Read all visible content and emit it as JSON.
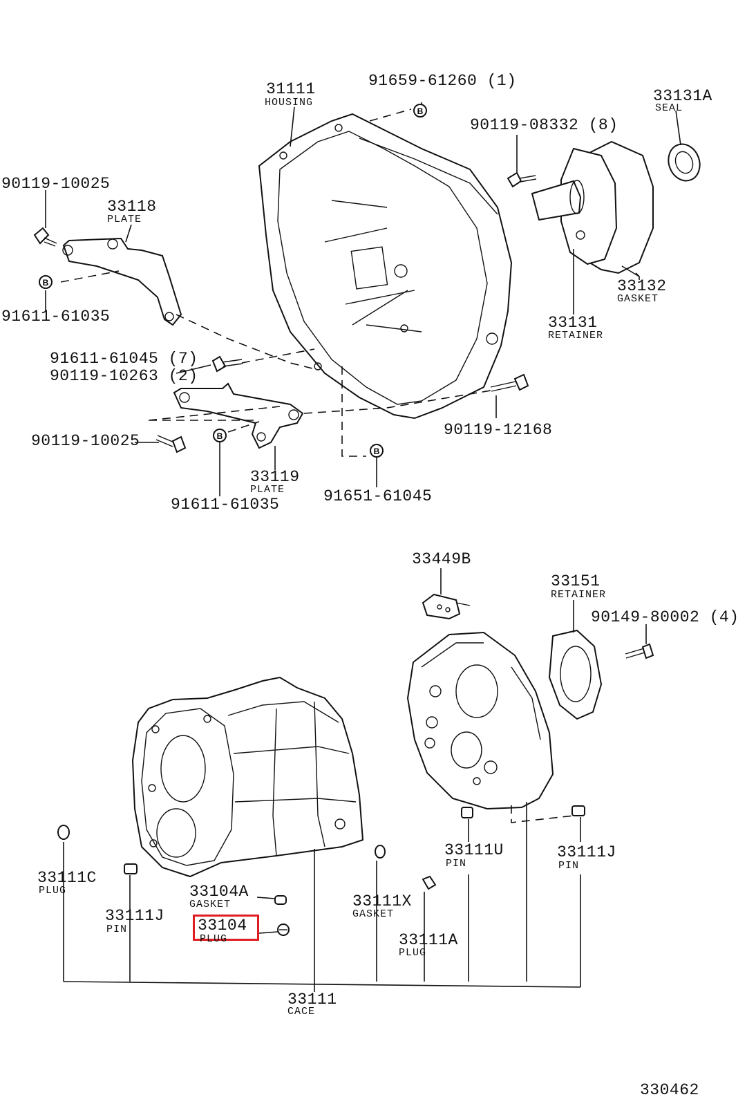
{
  "diagram_id": "330462",
  "highlight_color": "#e01b22",
  "labels": {
    "p31111": {
      "number": "31111",
      "desc": "HOUSING"
    },
    "p91659": {
      "number": "91659-61260 (1)"
    },
    "p33131a": {
      "number": "33131A",
      "desc": "SEAL"
    },
    "p90119_08332": {
      "number": "90119-08332 (8)"
    },
    "p90119_10025a": {
      "number": "90119-10025"
    },
    "p33118": {
      "number": "33118",
      "desc": "PLATE"
    },
    "p91611_61035a": {
      "number": "91611-61035"
    },
    "p33132": {
      "number": "33132",
      "desc": "GASKET"
    },
    "p33131": {
      "number": "33131",
      "desc": "RETAINER"
    },
    "p91611_61045": {
      "number": "91611-61045 (7)"
    },
    "p90119_10263": {
      "number": "90119-10263 (2)"
    },
    "p90119_10025b": {
      "number": "90119-10025"
    },
    "p90119_12168": {
      "number": "90119-12168"
    },
    "p33119": {
      "number": "33119",
      "desc": "PLATE"
    },
    "p91611_61035b": {
      "number": "91611-61035"
    },
    "p91651_61045": {
      "number": "91651-61045"
    },
    "p33449b": {
      "number": "33449B"
    },
    "p33151": {
      "number": "33151",
      "desc": "RETAINER"
    },
    "p90149_80002": {
      "number": "90149-80002 (4)"
    },
    "p33111c": {
      "number": "33111C",
      "desc": "PLUG"
    },
    "p33111u": {
      "number": "33111U",
      "desc": "PIN"
    },
    "p33111j_r": {
      "number": "33111J",
      "desc": "PIN"
    },
    "p33104a": {
      "number": "33104A",
      "desc": "GASKET"
    },
    "p33111x": {
      "number": "33111X",
      "desc": "GASKET"
    },
    "p33111j_l": {
      "number": "33111J",
      "desc": "PIN"
    },
    "p33104": {
      "number": "33104",
      "desc": "PLUG"
    },
    "p33111a": {
      "number": "33111A",
      "desc": "PLUG"
    },
    "p33111": {
      "number": "33111",
      "desc": "CACE"
    }
  },
  "b_marker": "B"
}
